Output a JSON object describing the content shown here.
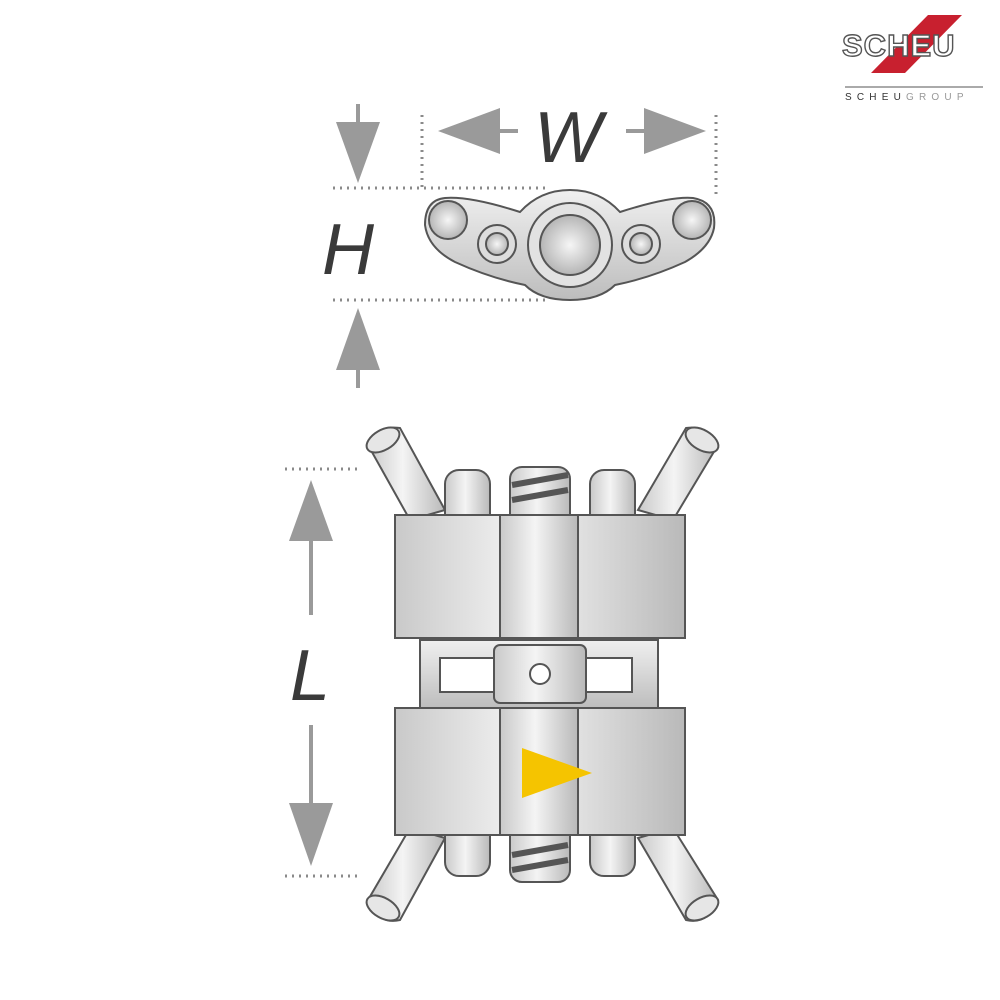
{
  "logo": {
    "brand": "SCHEU",
    "group_prefix": "SCHEU",
    "group_suffix": "GROUP",
    "accent_color": "#c8202f"
  },
  "dimensions": {
    "width_label": "W",
    "height_label": "H",
    "length_label": "L"
  },
  "colors": {
    "arrow": "#9a9a9a",
    "metal": "#d6d6d6",
    "outline": "#555555",
    "direction_marker": "#f5c400"
  }
}
